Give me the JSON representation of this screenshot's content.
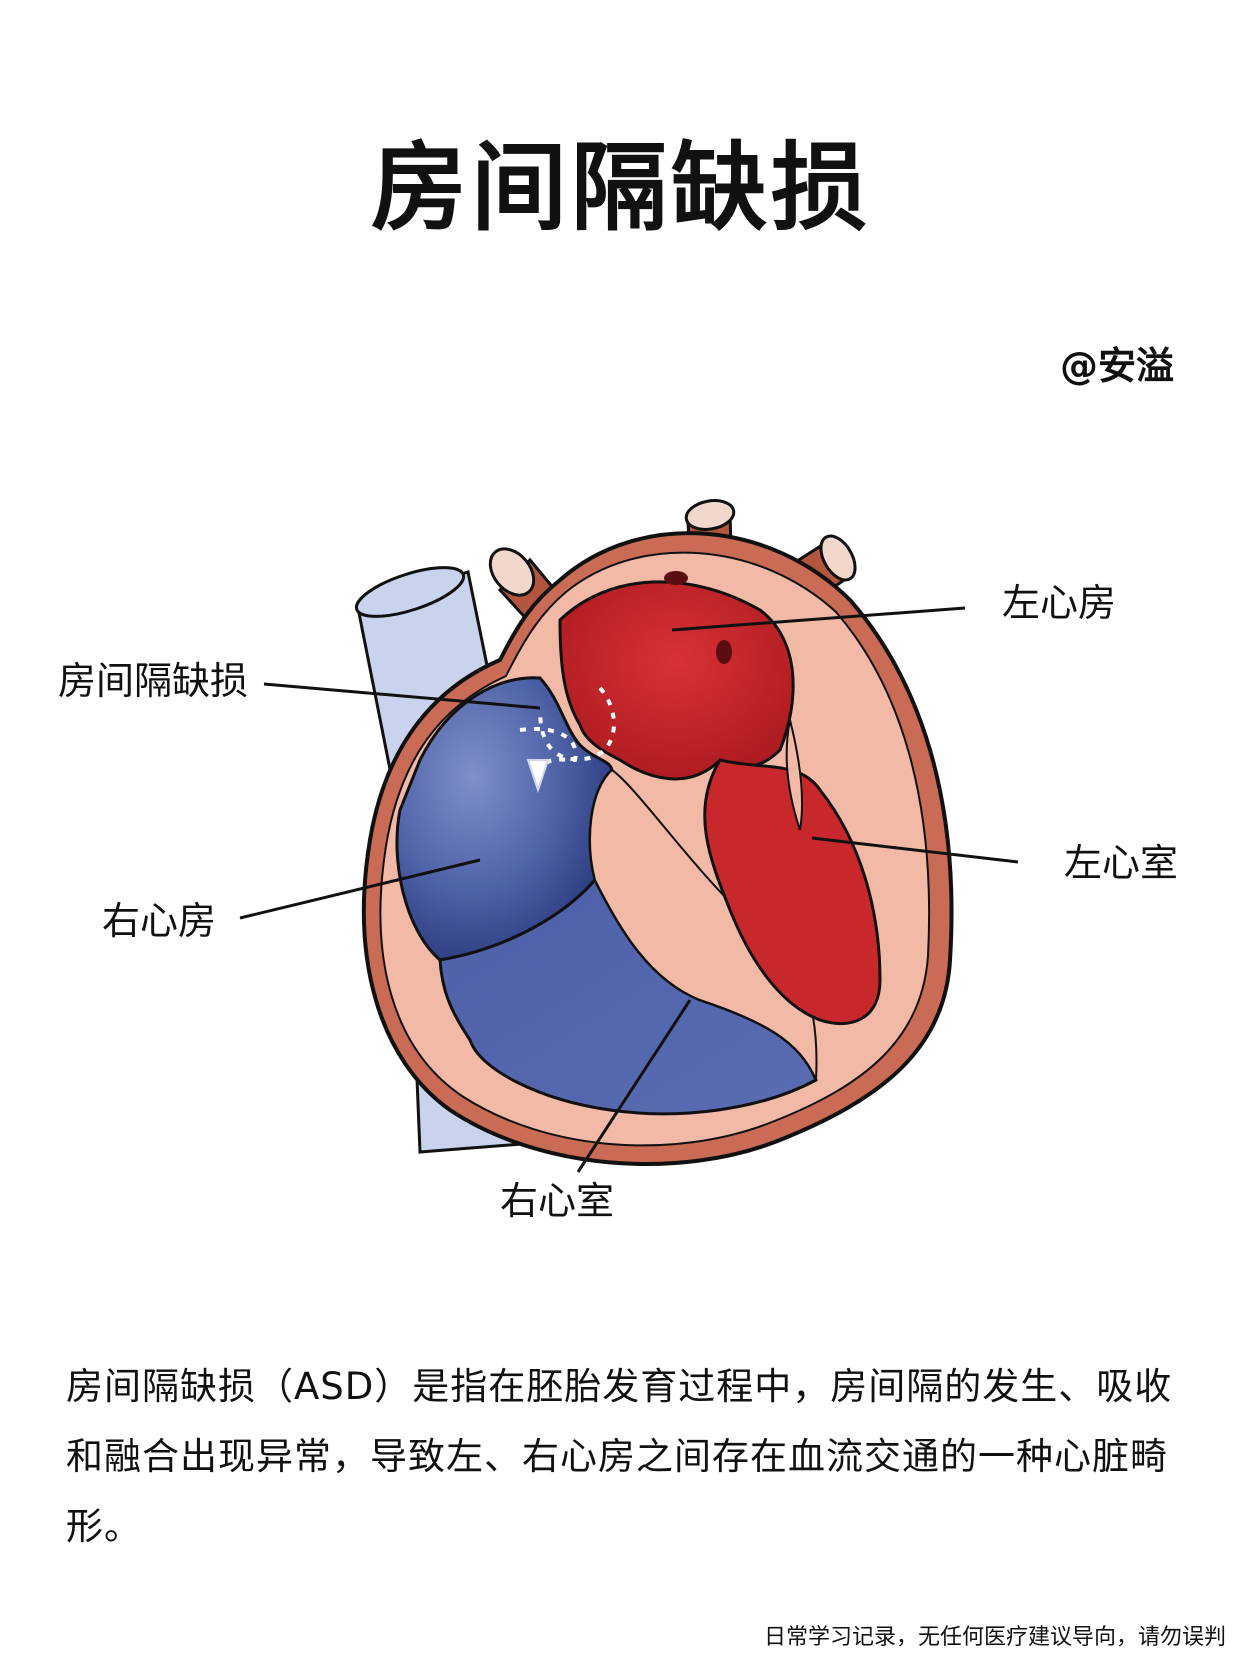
{
  "title": "房间隔缺损",
  "author": "@安溢",
  "labels": {
    "asd": "房间隔缺损",
    "left_atrium": "左心房",
    "left_ventricle": "左心室",
    "right_atrium": "右心房",
    "right_ventricle": "右心室"
  },
  "description": "房间隔缺损（ASD）是指在胚胎发育过程中，房间隔的发生、吸收和融合出现异常，导致左、右心房之间存在血流交通的一种心脏畸形。",
  "disclaimer": "日常学习记录，无任何医疗建议导向，请勿误判",
  "colors": {
    "oxygenated": "#c8282b",
    "deoxygenated": "#4f63a8",
    "myocardium": "#f2b9a6",
    "epicardium": "#c96b55",
    "vessel_brown": "#b4553f",
    "vena_cava": "#c9d3ee"
  }
}
